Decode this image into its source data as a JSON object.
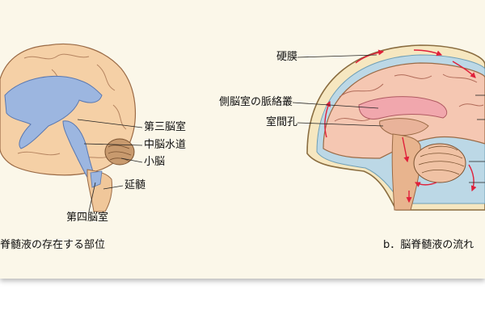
{
  "figure_a": {
    "labels": {
      "third_ventricle": "第三脳室",
      "cerebral_aqueduct": "中脳水道",
      "cerebellum": "小脳",
      "medulla": "延髄",
      "fourth_ventricle": "第四脳室"
    },
    "caption": "脊髄液の存在する部位"
  },
  "figure_b": {
    "labels": {
      "dura_mater": "硬膜",
      "choroid_plexus": "側脳室の脈絡叢",
      "interventricular_foramen": "室間孔"
    },
    "caption": "b．脳脊髄液の流れ"
  },
  "colors": {
    "panel_bg": "#fbf7e9",
    "brain": "#f5d0a6",
    "ventricle": "#9cb6e0",
    "csf_flow_arrow": "#e0203a",
    "csf_space": "#bcd8e6"
  }
}
